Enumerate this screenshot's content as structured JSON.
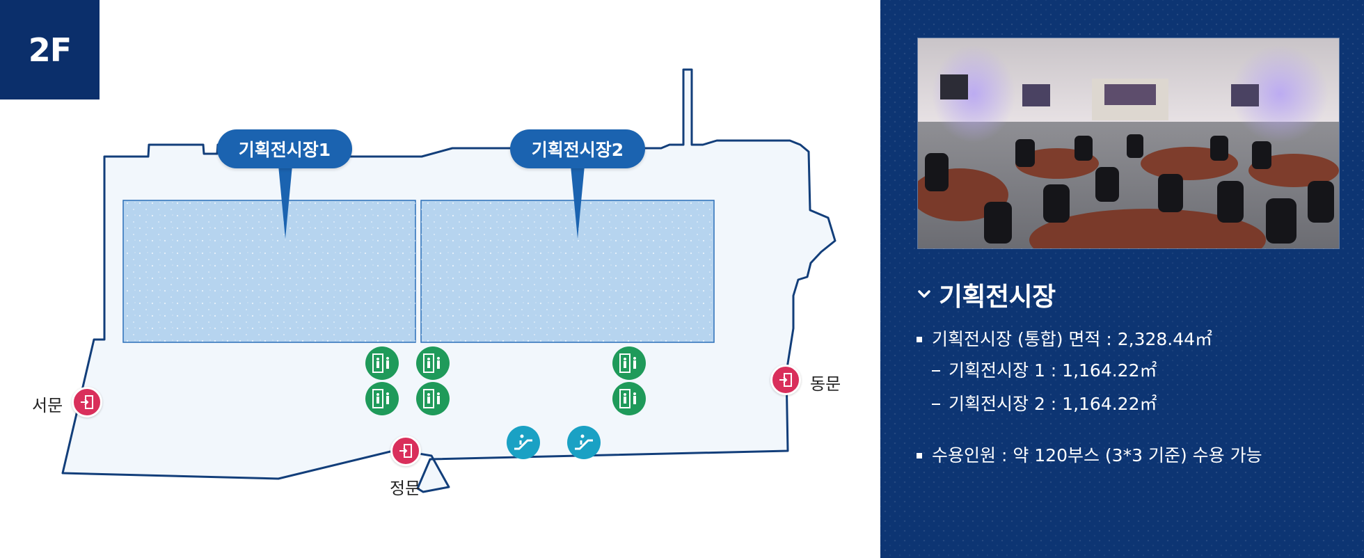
{
  "floor": {
    "label": "2F"
  },
  "halls": [
    {
      "label": "기획전시장1"
    },
    {
      "label": "기획전시장2"
    }
  ],
  "doors": {
    "west": "서문",
    "main": "정문",
    "east": "동문"
  },
  "facilities": {
    "elevator_count": 6,
    "escalator_count": 2
  },
  "panel": {
    "section_title": "기획전시장",
    "specs": [
      {
        "text": "기획전시장 (통합) 면적 : 2,328.44㎡",
        "level": 1
      },
      {
        "text": "기획전시장 1 : 1,164.22㎡",
        "level": 2
      },
      {
        "text": "기획전시장 2 : 1,164.22㎡",
        "level": 2
      },
      {
        "text": "수용인원 : 약 120부스 (3*3 기준) 수용 가능",
        "level": 1
      }
    ]
  },
  "colors": {
    "brand_navy": "#0b2f6b",
    "panel_bg": "#0d3573",
    "callout_blue": "#1b63b0",
    "hall_fill": "#b6d4ef",
    "door_red": "#d92f5b",
    "elevator_green": "#1f9a5a",
    "escalator_teal": "#1aa1c4"
  }
}
